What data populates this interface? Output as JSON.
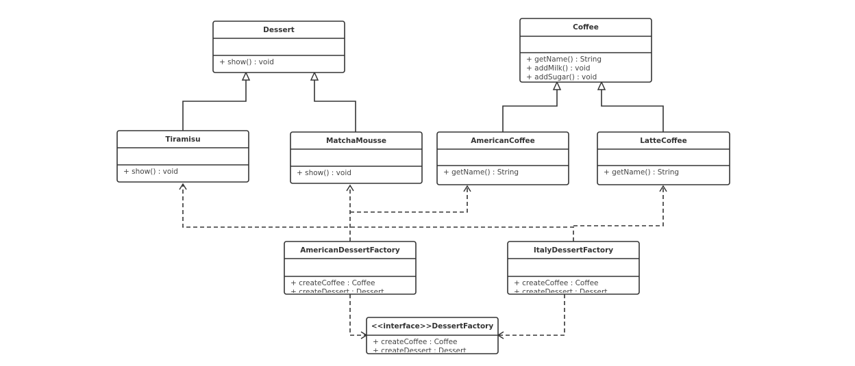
{
  "classes": [
    {
      "id": "dessert",
      "name": "Dessert",
      "attributes": [],
      "methods": [
        "+ show() : void"
      ]
    },
    {
      "id": "tiramisu",
      "name": "Tiramisu",
      "attributes": [],
      "methods": [
        "+ show() : void"
      ]
    },
    {
      "id": "matchamousse",
      "name": "MatchaMousse",
      "attributes": [],
      "methods": [
        "+ show() : void"
      ]
    },
    {
      "id": "coffee",
      "name": "Coffee",
      "attributes": [],
      "methods": [
        "+ getName() : String",
        "+ addMilk() : void",
        "+ addSugar() : void"
      ]
    },
    {
      "id": "americancoffee",
      "name": "AmericanCoffee",
      "attributes": [],
      "methods": [
        "+ getName() : String"
      ]
    },
    {
      "id": "lattecoffee",
      "name": "LatteCoffee",
      "attributes": [],
      "methods": [
        "+ getName() : String"
      ]
    },
    {
      "id": "americandessertfactory",
      "name": "AmericanDessertFactory",
      "attributes": [],
      "methods": [
        "+ createCoffee : Coffee",
        "+ createDessert : Dessert"
      ]
    },
    {
      "id": "italydessertfactory",
      "name": "ItalyDessertFactory",
      "attributes": [],
      "methods": [
        "+ createCoffee : Coffee",
        "+ createDessert : Dessert"
      ]
    },
    {
      "id": "dessertfactory",
      "name": "<<interface>>DessertFactory",
      "methods": [
        "+ createCoffee : Coffee",
        "+ createDessert : Dessert"
      ]
    }
  ],
  "relations": [
    {
      "type": "generalization",
      "from": "tiramisu",
      "to": "dessert"
    },
    {
      "type": "generalization",
      "from": "matchamousse",
      "to": "dessert"
    },
    {
      "type": "generalization",
      "from": "americancoffee",
      "to": "coffee"
    },
    {
      "type": "generalization",
      "from": "lattecoffee",
      "to": "coffee"
    },
    {
      "type": "dependency",
      "from": "americandessertfactory",
      "to": "matchamousse"
    },
    {
      "type": "dependency",
      "from": "americandessertfactory",
      "to": "americancoffee"
    },
    {
      "type": "dependency",
      "from": "italydessertfactory",
      "to": "tiramisu"
    },
    {
      "type": "dependency",
      "from": "italydessertfactory",
      "to": "lattecoffee"
    },
    {
      "type": "realization",
      "from": "americandessertfactory",
      "to": "dessertfactory"
    },
    {
      "type": "realization",
      "from": "italydessertfactory",
      "to": "dessertfactory"
    }
  ]
}
